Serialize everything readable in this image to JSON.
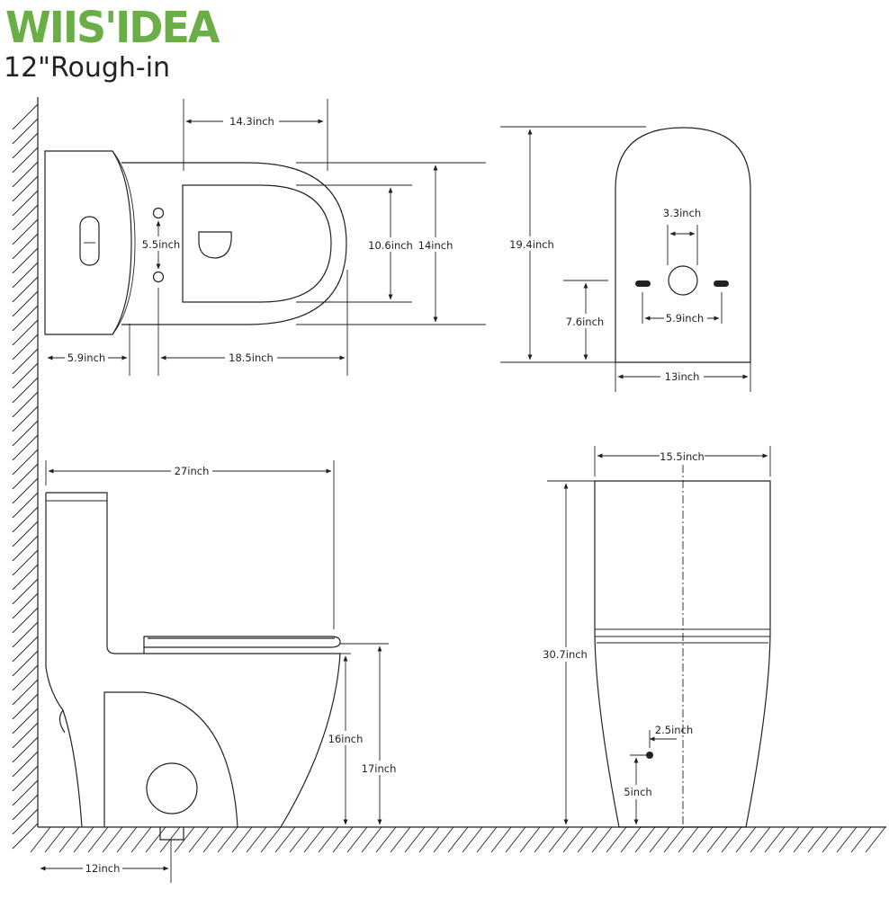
{
  "brand": {
    "name": "WIIS'IDEA",
    "color": "#6aae45"
  },
  "subtitle": "12\"Rough-in",
  "top_view": {
    "dims": {
      "width_14_3": "14.3inch",
      "hole_spacing": "5.5inch",
      "bowl_inner_width": "10.6inch",
      "seat_width": "14inch",
      "tank_depth": "5.9inch",
      "bowl_length": "18.5inch"
    }
  },
  "bottom_view": {
    "dims": {
      "total_depth": "19.4inch",
      "outlet_dia": "3.3inch",
      "bolt_height": "7.6inch",
      "bolt_spacing": "5.9inch",
      "base_width": "13inch"
    }
  },
  "side_view": {
    "dims": {
      "total_length": "27inch",
      "bowl_height": "16inch",
      "seat_height": "17inch",
      "rough_in": "12inch"
    }
  },
  "front_view": {
    "dims": {
      "width": "15.5inch",
      "total_height": "30.7inch",
      "supply_offset": "2.5inch",
      "supply_height": "5inch"
    }
  }
}
